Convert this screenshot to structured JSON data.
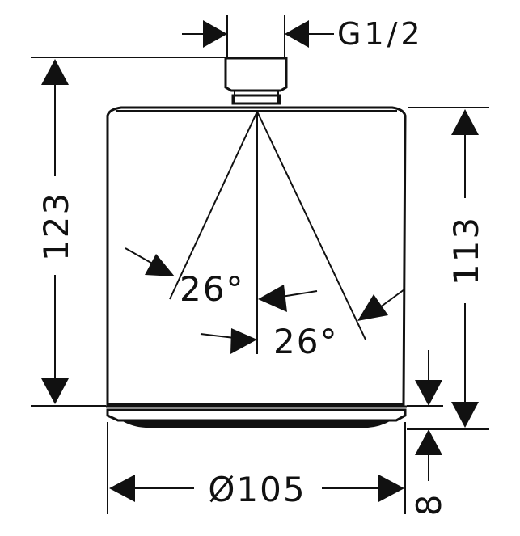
{
  "drawing": {
    "thread_label": "G1/2",
    "height_total": "123",
    "height_body": "113",
    "diameter": "Ø105",
    "bottom_height": "8",
    "angle_left": "26°",
    "angle_right": "26°"
  },
  "colors": {
    "line": "#111111",
    "background": "#ffffff"
  }
}
